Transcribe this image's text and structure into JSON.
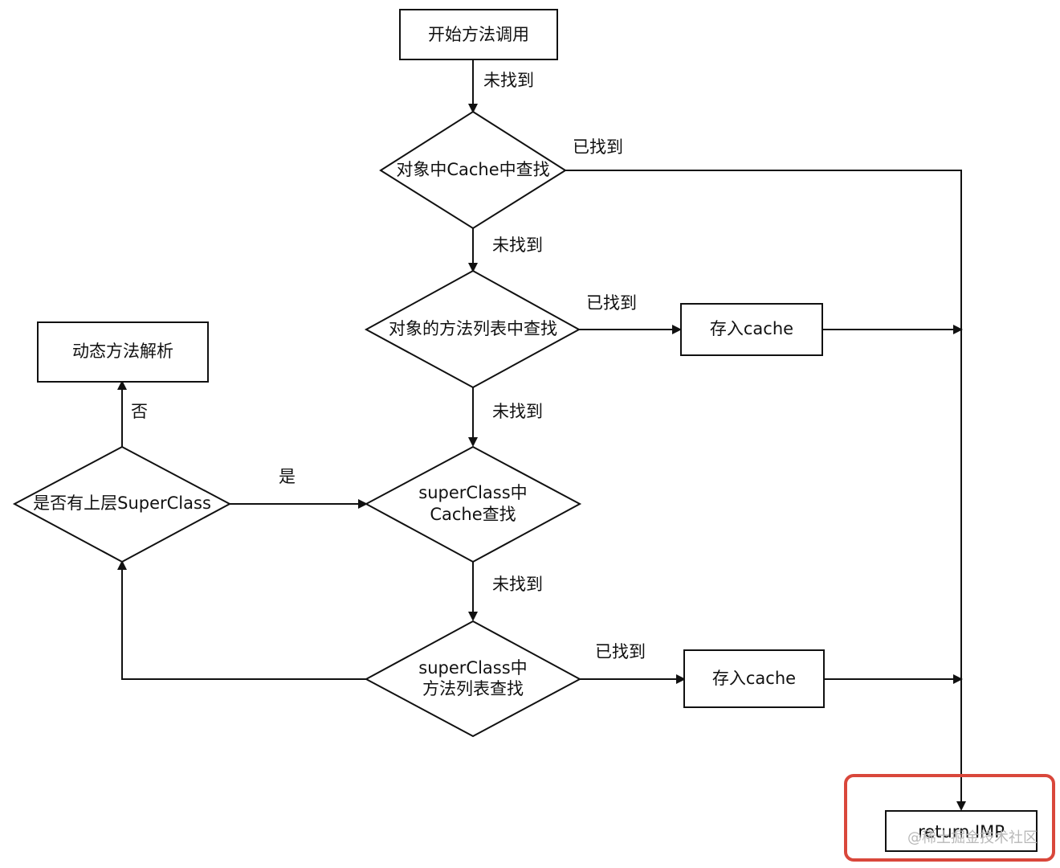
{
  "nodes": {
    "start": "开始方法调用",
    "cache_lookup": "对象中Cache中查找",
    "method_list_lookup": "对象的方法列表中查找",
    "store_cache_1": "存入cache",
    "dynamic_resolution": "动态方法解析",
    "super_cache_lookup_line1": "superClass中",
    "super_cache_lookup_line2": "Cache查找",
    "has_superclass": "是否有上层SuperClass",
    "super_method_list_lookup_line1": "superClass中",
    "super_method_list_lookup_line2": "方法列表查找",
    "store_cache_2": "存入cache",
    "return_imp": "return IMP"
  },
  "edge_labels": {
    "start_to_cache": "未找到",
    "cache_found": "已找到",
    "cache_to_method_list": "未找到",
    "method_list_found": "已找到",
    "method_list_to_super_cache": "未找到",
    "super_cache_to_super_method_list": "未找到",
    "super_method_list_found": "已找到",
    "has_superclass_yes": "是",
    "has_superclass_no": "否"
  },
  "watermark": "@稀土掘金技术社区",
  "colors": {
    "line": "#111111",
    "highlight": "#d9473b",
    "watermark": "#b8b8b8"
  }
}
